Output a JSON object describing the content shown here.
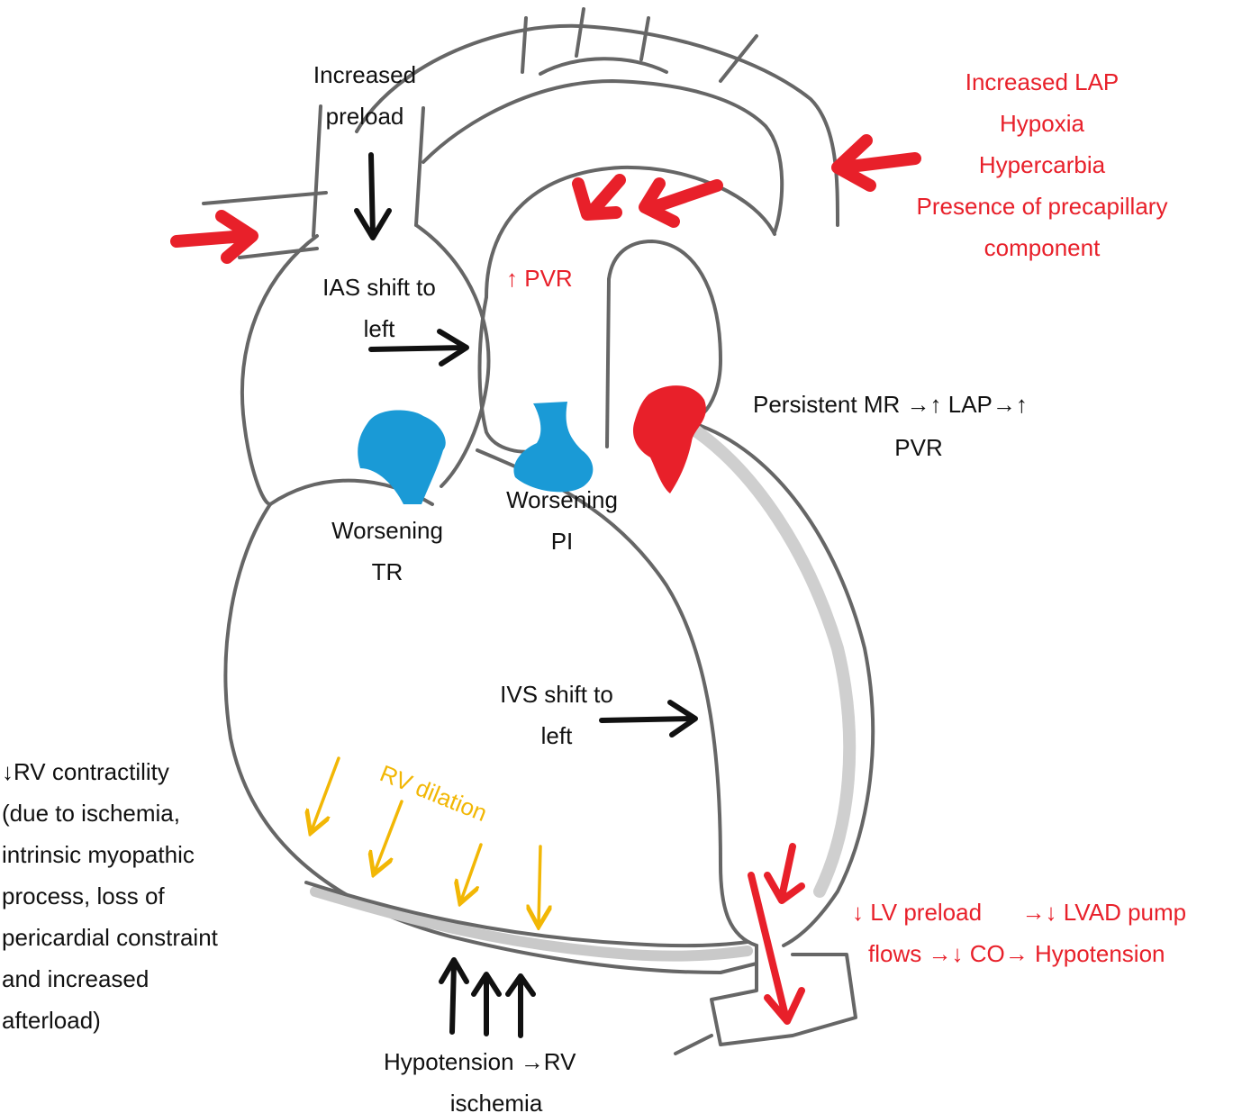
{
  "colors": {
    "red": "#e8202a",
    "blue": "#1a9ad6",
    "yellow": "#f2b705",
    "black": "#111111",
    "outline": "#666666"
  },
  "labels": {
    "increased_preload": [
      "Increased",
      "preload"
    ],
    "ias_shift": [
      "IAS shift to",
      "left"
    ],
    "pvr_up": "PVR",
    "triggers": [
      "Increased LAP",
      "Hypoxia",
      "Hypercarbia",
      "Presence of precapillary",
      "component"
    ],
    "persistent_mr": {
      "line1_a": "Persistent MR",
      "line1_b": "LAP",
      "line2": "PVR"
    },
    "worsening_tr": [
      "Worsening",
      "TR"
    ],
    "worsening_pi": [
      "Worsening",
      "PI"
    ],
    "ivs_shift": [
      "IVS shift to",
      "left"
    ],
    "rv_dilation": "RV dilation",
    "rv_contractility": {
      "first": "RV contractility",
      "rest": [
        "(due to ischemia,",
        "intrinsic myopathic",
        "process, loss of",
        "pericardial constraint",
        "and increased",
        "afterload)"
      ]
    },
    "hypotension_rv": {
      "line1_a": "Hypotension",
      "line1_b": "RV",
      "line2": "ischemia"
    },
    "lv_chain": {
      "a": "LV preload",
      "b": "LVAD pump",
      "c": "flows",
      "d": "CO",
      "e": "Hypotension"
    }
  }
}
